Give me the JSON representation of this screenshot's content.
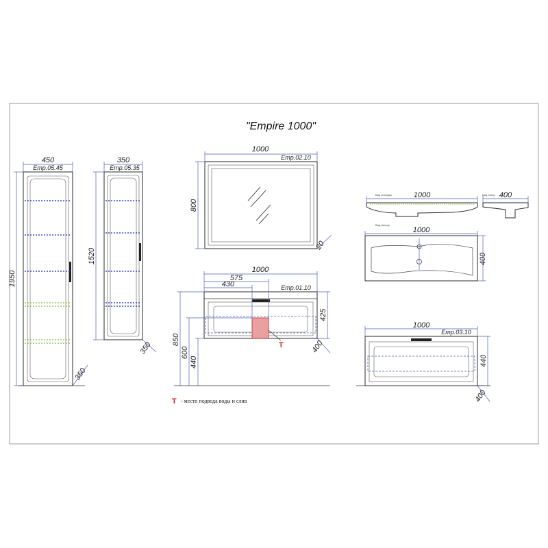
{
  "title": "\"Empire 1000\"",
  "colors": {
    "dimension": "#4a5cc0",
    "shelf_blue": "#3344cc",
    "shelf_green": "#7fbf3f",
    "mark": "#cc2222"
  },
  "tall_cabinet": {
    "code": "Emp.05.45",
    "width": "450",
    "height": "1950",
    "depth": "350"
  },
  "narrow_cabinet": {
    "code": "Emp.05.35",
    "width": "350",
    "height": "1520",
    "depth": "350"
  },
  "mirror": {
    "code": "Emp.02.10",
    "width": "1000",
    "height": "800",
    "depth": "20"
  },
  "sink_cabinet": {
    "code": "Emp.01.10",
    "width": "1000",
    "offset_1": "575",
    "offset_2": "430",
    "height": "425",
    "depth": "400",
    "mount_1": "850",
    "mount_2": "600",
    "mount_3": "440",
    "t_mark": "T"
  },
  "lower_cabinet": {
    "code": "Emp.03.10",
    "width": "1000",
    "height": "440",
    "depth": "400"
  },
  "basin": {
    "side_width": "1000",
    "side_depth": "400",
    "top_width": "1000",
    "top_depth": "400",
    "side_caption": "Вид спереди",
    "end_caption": "Вид сбоку",
    "top_caption": "Вид сверху"
  },
  "legend": {
    "mark": "T",
    "text": "- место подвода воды и слив"
  }
}
